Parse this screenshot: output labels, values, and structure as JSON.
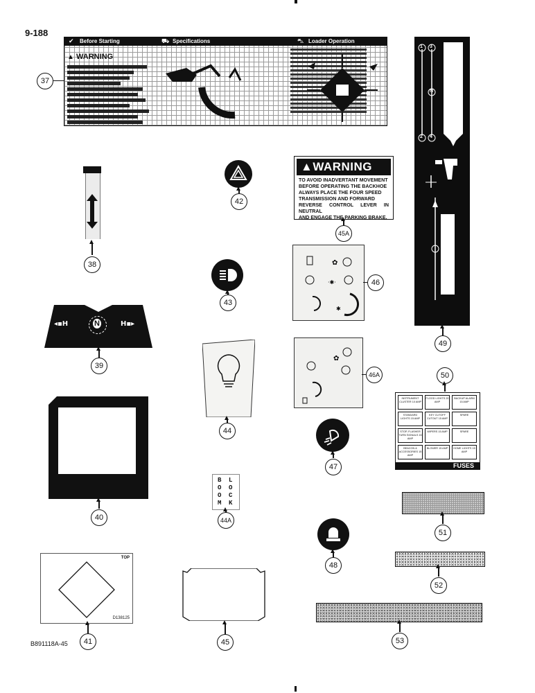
{
  "page": {
    "number": "9-188",
    "drawing_code": "B891118A-45"
  },
  "callouts": {
    "c37": "37",
    "c38": "38",
    "c39": "39",
    "c40": "40",
    "c41": "41",
    "c42": "42",
    "c43": "43",
    "c44": "44",
    "c44a": "44A",
    "c45": "45",
    "c45a": "45A",
    "c46": "46",
    "c46a": "46A",
    "c47": "47",
    "c48": "48",
    "c49": "49",
    "c50": "50",
    "c51": "51",
    "c52": "52",
    "c53": "53"
  },
  "decal_37": {
    "header_before": "Before Starting",
    "header_specs": "Specifications",
    "header_loader": "Loader Operation",
    "warning": "WARNING"
  },
  "decal_45a": {
    "heading": "WARNING",
    "lines": [
      "TO AVOID INADVERTANT MOVEMENT",
      "BEFORE OPERATING THE BACKHOE",
      "ALWAYS PLACE THE FOUR SPEED",
      "TRANSMISSION AND FORWARD",
      "REVERSE CONTROL LEVER IN NEUTRAL",
      "AND ENGAGE THE PARKING BRAKE."
    ]
  },
  "decal_39": {
    "center": "N"
  },
  "decal_41": {
    "top_label": "TOP",
    "part_no": "D138125"
  },
  "decal_44a": {
    "col1": [
      "B",
      "O",
      "O",
      "M"
    ],
    "col2": [
      "L",
      "O",
      "C",
      "K"
    ]
  },
  "decal_49": {
    "markers": [
      "1",
      "3",
      "2",
      "4",
      "N"
    ]
  },
  "decal_50": {
    "title": "FUSES",
    "cells": [
      "INSTRUMENT CLUSTER 10 AMP",
      "FLOOD LIGHTS 20 AMP",
      "BACKUP ALARM 15 AMP",
      "STANDARD LIGHTS 15 AMP",
      "KEY CUTOFF CUTOUT 15 AMP",
      "SPARE",
      "STOP, FLASHER TURN SIGNALS 15 AMP",
      "WIPERS 15 AMP",
      "SPARE",
      "BEACON & ACCESSORIES 15 AMP",
      "BLOWER 15 AMP",
      "HOME LIGHTS 15 AMP"
    ]
  }
}
